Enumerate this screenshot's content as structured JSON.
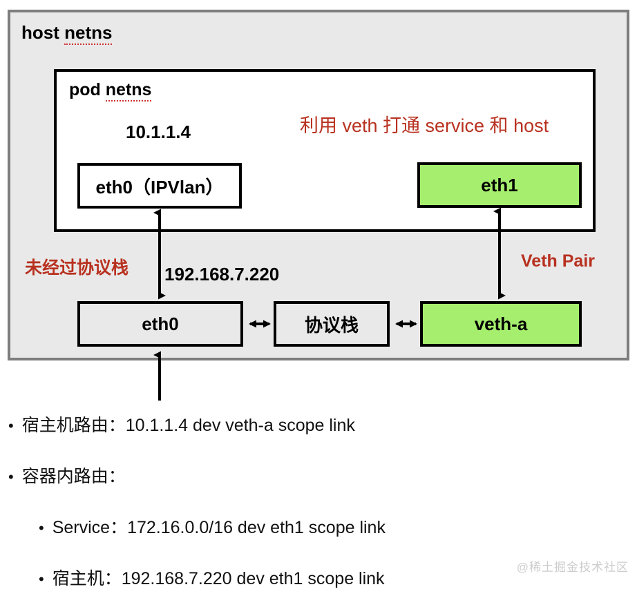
{
  "diagram": {
    "host": {
      "label": "host netns"
    },
    "pod": {
      "label": "pod netns"
    },
    "pod_ip": "10.1.1.4",
    "host_ip": "192.168.7.220",
    "annotations": {
      "veth_note": "利用 veth 打通 service 和 host",
      "no_stack": "未经过协议栈",
      "veth_pair": "Veth Pair"
    },
    "boxes": {
      "eth0_pod": "eth0（IPVlan）",
      "eth1": "eth1",
      "eth0_host": "eth0",
      "protocol_stack": "协议栈",
      "veth_a": "veth-a"
    },
    "colors": {
      "green_fill": "#a6ee6e",
      "gray_fill": "#e9e9e9",
      "host_border": "#7e7e7e",
      "box_border": "#000000",
      "accent_red": "#b8311f",
      "spellcheck_red": "#d03030"
    }
  },
  "notes": {
    "bullet_char": "•",
    "items": [
      {
        "level": 1,
        "text": "宿主机路由：10.1.1.4 dev veth-a scope link"
      },
      {
        "level": 1,
        "text": "容器内路由："
      },
      {
        "level": 2,
        "text": "Service：172.16.0.0/16 dev eth1 scope link"
      },
      {
        "level": 2,
        "text": "宿主机：192.168.7.220 dev eth1 scope link"
      }
    ]
  },
  "watermark": "@稀土掘金技术社区"
}
